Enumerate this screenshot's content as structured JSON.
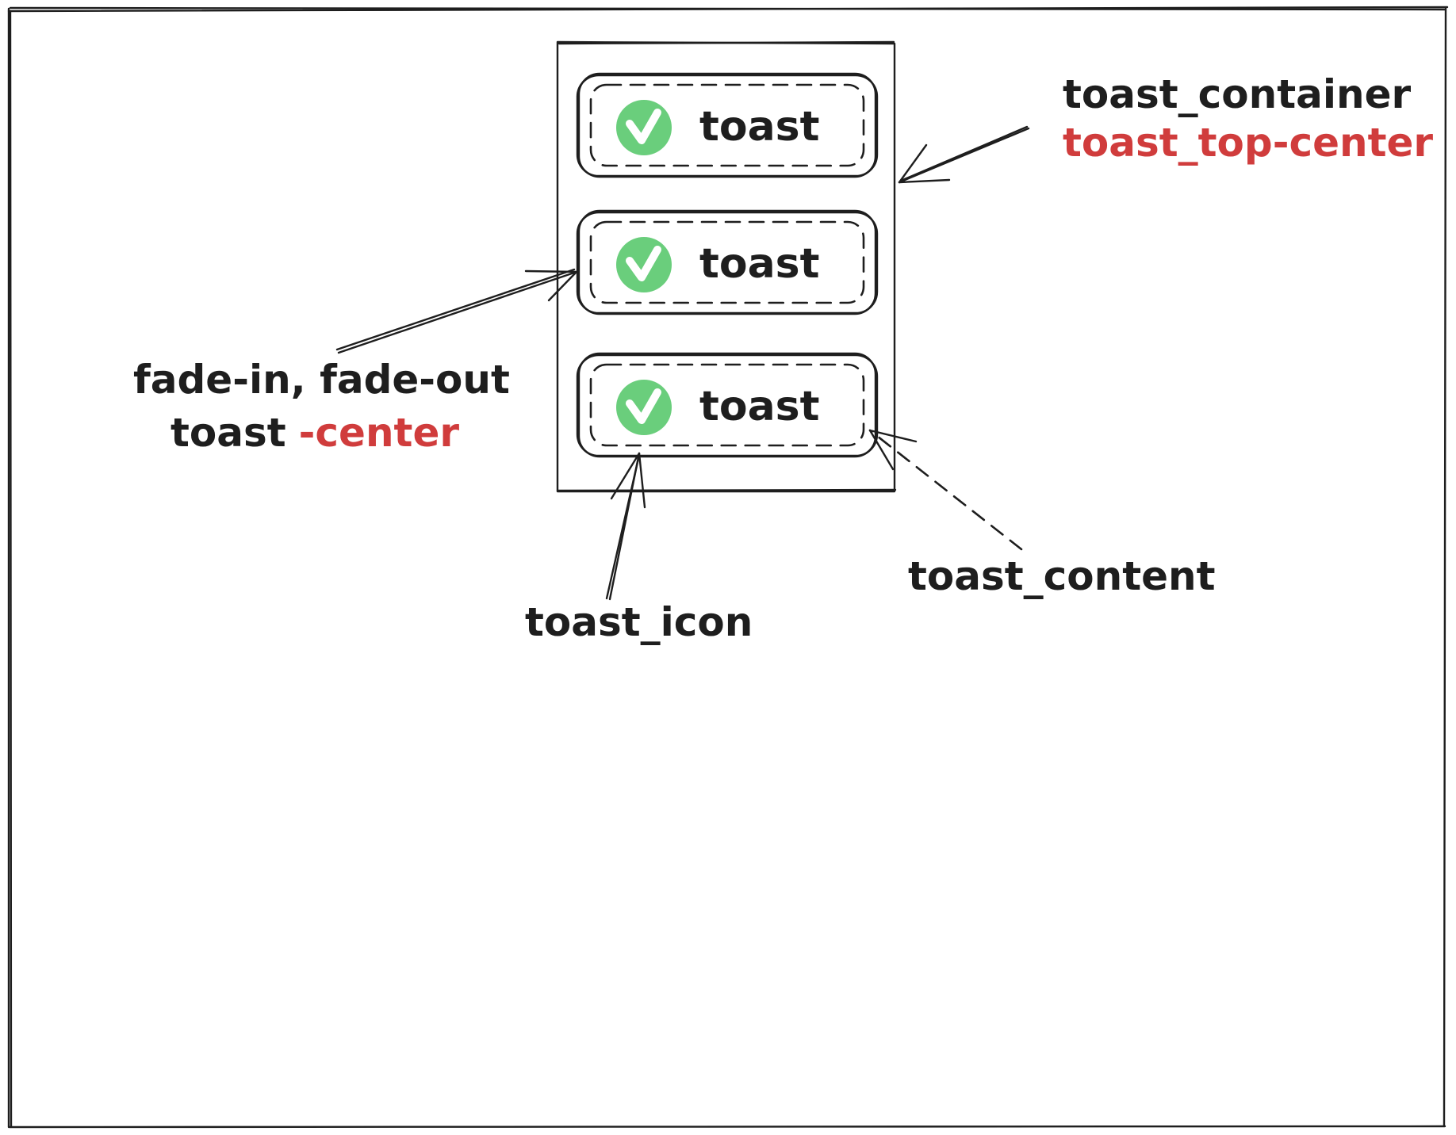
{
  "colors": {
    "ink": "#1e1e1e",
    "accent_red": "#d03c3c",
    "icon_green": "#6ace7c",
    "background": "#ffffff"
  },
  "toasts": [
    {
      "label": "toast",
      "icon": "check-circle-icon"
    },
    {
      "label": "toast",
      "icon": "check-circle-icon"
    },
    {
      "label": "toast",
      "icon": "check-circle-icon"
    }
  ],
  "annotations": {
    "container": {
      "line1": "toast_container",
      "line2": "toast_top-center"
    },
    "animation": {
      "line1": "fade-in, fade-out",
      "line2_prefix": "toast",
      "line2_suffix": "-center"
    },
    "content": {
      "label": "toast_content"
    },
    "icon": {
      "label": "toast_icon"
    }
  }
}
